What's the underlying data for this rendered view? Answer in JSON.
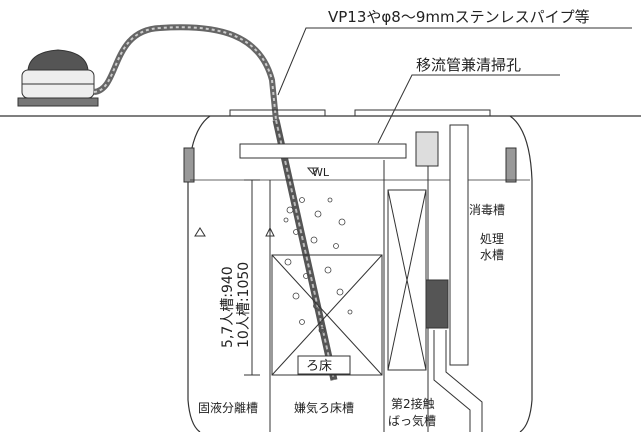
{
  "callouts": {
    "pipe_note": "VP13やφ8〜9mmステンレスパイプ等",
    "transfer_pipe_note": "移流管兼清掃孔"
  },
  "markers": {
    "water_level": "WL",
    "media_bed": "ろ床"
  },
  "dimensions": {
    "depth_5_7": "5,7人槽:940",
    "depth_10": "10人槽:1050"
  },
  "chambers": {
    "solid_liquid": "固液分離槽",
    "anaerobic": "嫌気ろ床槽",
    "contact_aeration_line1": "第2接触",
    "contact_aeration_line2": "ばっ気槽",
    "treated_water_line1": "処理",
    "treated_water_line2": "水槽",
    "disinfection": "消毒槽"
  }
}
